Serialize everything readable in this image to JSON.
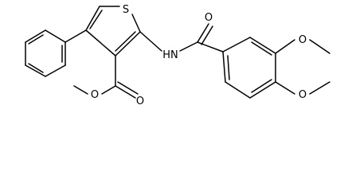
{
  "structure": {
    "atoms": {
      "sulfur": "S",
      "amide_oxygen": "O",
      "amide_nitrogen": "HN",
      "ester_carbonyl_oxygen": "O",
      "ester_ether_oxygen": "O",
      "methoxy_3_oxygen": "O",
      "methoxy_4_oxygen": "O"
    }
  }
}
